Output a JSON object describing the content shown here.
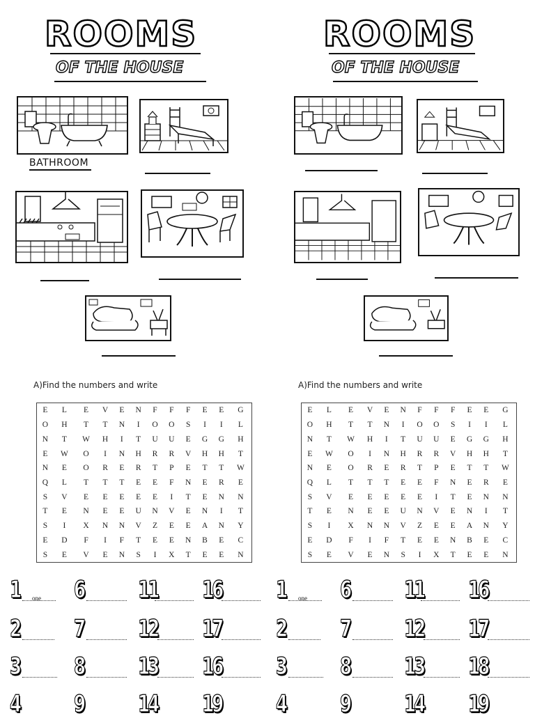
{
  "title": {
    "main": "ROOMS",
    "sub": "OF THE HOUSE"
  },
  "rooms": {
    "bathroom_label": "BATHROOM"
  },
  "instruction": "A)Find the numbers and write",
  "wordsearch": [
    [
      "E",
      "L",
      "E",
      "V",
      "E",
      "N",
      "F",
      "F",
      "F",
      "E",
      "E",
      "G"
    ],
    [
      "O",
      "H",
      "T",
      "T",
      "N",
      "I",
      "O",
      "O",
      "S",
      "I",
      "I",
      "L"
    ],
    [
      "N",
      "T",
      "W",
      "H",
      "I",
      "T",
      "U",
      "U",
      "E",
      "G",
      "G",
      "H"
    ],
    [
      "E",
      "W",
      "O",
      "I",
      "N",
      "H",
      "R",
      "R",
      "V",
      "H",
      "H",
      "T"
    ],
    [
      "N",
      "E",
      "O",
      "R",
      "E",
      "R",
      "T",
      "P",
      "E",
      "T",
      "T",
      "W"
    ],
    [
      "Q",
      "L",
      "T",
      "T",
      "T",
      "E",
      "E",
      "F",
      "N",
      "E",
      "R",
      "E"
    ],
    [
      "S",
      "V",
      "E",
      "E",
      "E",
      "E",
      "E",
      "I",
      "T",
      "E",
      "N",
      "N"
    ],
    [
      "T",
      "E",
      "N",
      "E",
      "E",
      "U",
      "N",
      "V",
      "E",
      "N",
      "I",
      "T"
    ],
    [
      "S",
      "I",
      "X",
      "N",
      "N",
      "V",
      "Z",
      "E",
      "E",
      "A",
      "N",
      "Y"
    ],
    [
      "E",
      "D",
      "F",
      "I",
      "F",
      "T",
      "E",
      "E",
      "N",
      "B",
      "E",
      "C"
    ],
    [
      "S",
      "E",
      "V",
      "E",
      "N",
      "S",
      "I",
      "X",
      "T",
      "E",
      "E",
      "N"
    ]
  ],
  "numbers": {
    "row1": [
      "1",
      "6",
      "11",
      "16"
    ],
    "row2": [
      "2",
      "7",
      "12",
      "17"
    ],
    "row3": [
      "3",
      "8",
      "13"
    ],
    "row4": [
      "4",
      "9",
      "14",
      "19"
    ],
    "left_row3_last": "16",
    "right_row3_last": "18",
    "example_answer": "one"
  }
}
